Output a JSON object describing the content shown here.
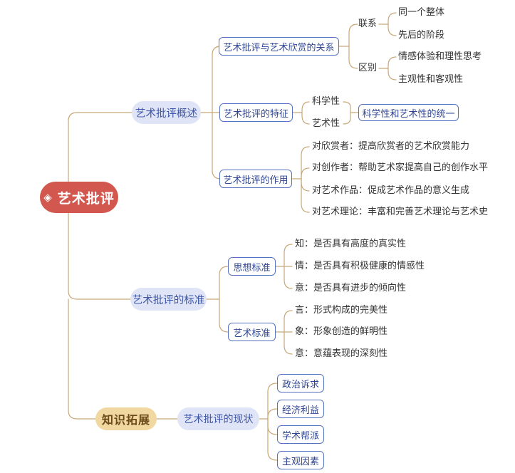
{
  "root": {
    "label": "艺术批评",
    "icon": "◈"
  },
  "branches": {
    "overview": {
      "label": "艺术批评概述",
      "relation": {
        "label": "艺术批评与艺术欣赏的关系",
        "link": {
          "label": "联系",
          "items": [
            "同一个整体",
            "先后的阶段"
          ]
        },
        "diff": {
          "label": "区别",
          "items": [
            "情感体验和理性思考",
            "主观性和客观性"
          ]
        }
      },
      "features": {
        "label": "艺术批评的特征",
        "items": [
          "科学性",
          "艺术性"
        ],
        "summary": "科学性和艺术性的统一"
      },
      "roles": {
        "label": "艺术批评的作用",
        "items": [
          "对欣赏者：提高欣赏者的艺术欣赏能力",
          "对创作者：帮助艺术家提高自己的创作水平",
          "对艺术作品：促成艺术作品的意义生成",
          "对艺术理论：丰富和完善艺术理论与艺术史"
        ]
      }
    },
    "standards": {
      "label": "艺术批评的标准",
      "ideology": {
        "label": "思想标准",
        "items": [
          "知：是否具有高度的真实性",
          "情：是否具有积极健康的情感性",
          "意：是否具有进步的倾向性"
        ]
      },
      "art": {
        "label": "艺术标准",
        "items": [
          "言：形式构成的完美性",
          "象：形象创造的鲜明性",
          "意：意蕴表现的深刻性"
        ]
      }
    },
    "extension": {
      "label": "知识拓展",
      "status": {
        "label": "艺术批评的现状",
        "items": [
          "政治诉求",
          "经济利益",
          "学术帮派",
          "主观因素"
        ]
      }
    }
  },
  "colors": {
    "root": "#d2584f",
    "level1": "#dfe4f7",
    "extension": "#f0d8a0",
    "box_border": "#5671c0",
    "line": "#c8a878"
  }
}
